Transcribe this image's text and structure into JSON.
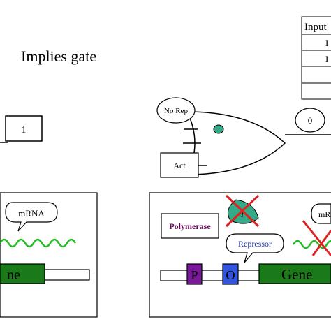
{
  "title": "Implies gate",
  "left_box_value": "1",
  "gate": {
    "input_no_rep": "No Rep",
    "input_act": "Act",
    "output_value": "0"
  },
  "truth_table": {
    "header": "Input",
    "row1": "I",
    "row2": "I",
    "row3": "",
    "row4": ""
  },
  "left_panel": {
    "mrna_label": "mRNA",
    "gene_label": "ne"
  },
  "right_panel": {
    "polymerase_label": "Polymerase",
    "repressor_label": "Repressor",
    "mrna_label": "mR",
    "promoter_label": "P",
    "operator_label": "O",
    "gene_label": "Gene",
    "inducer_label": "I"
  },
  "colors": {
    "gene_green": "#1a7a1a",
    "mrna_wave": "#22bb22",
    "promoter_purple": "#7a1a9a",
    "operator_blue": "#3355dd",
    "repressor_teal": "#33aa88",
    "cross_red": "#dd2222",
    "polymerase_text": "#6a0a5a",
    "repressor_text": "#2233aa"
  }
}
